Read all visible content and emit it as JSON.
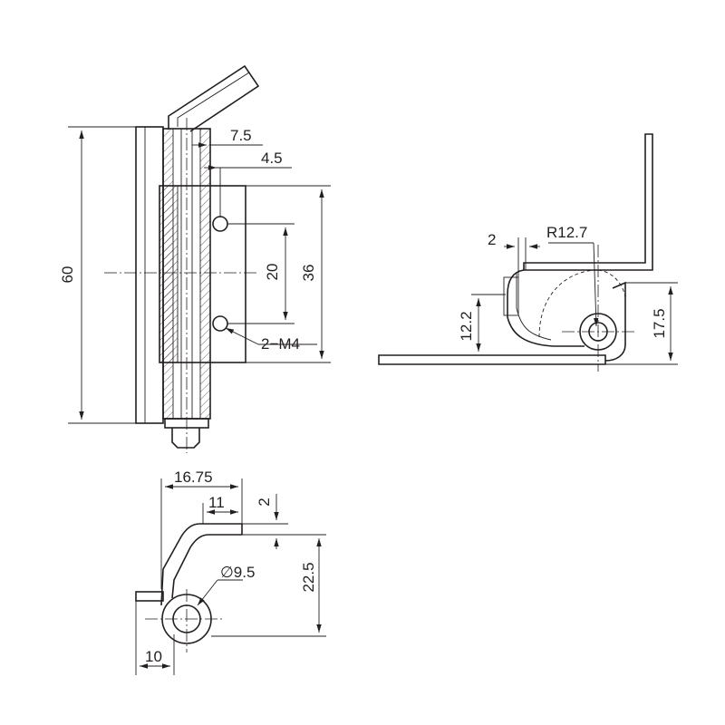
{
  "front_view": {
    "dim_overall_height": "60",
    "dim_leaf_height": "36",
    "dim_hole_spacing": "20",
    "dim_pin_width": "7.5",
    "dim_hole_offset": "4.5",
    "dim_thread": "2−M4"
  },
  "side_view": {
    "dim_gap": "2",
    "dim_radius": "R12.7",
    "dim_height_left": "12.2",
    "dim_height_right": "17.5"
  },
  "pin_view": {
    "dim_overall_width": "16.75",
    "dim_leg_length": "11",
    "dim_thickness": "2",
    "dim_diameter": "∅9.5",
    "dim_height": "22.5",
    "dim_eye_offset": "10"
  },
  "colors": {
    "line": "#231f20",
    "background": "#ffffff"
  }
}
